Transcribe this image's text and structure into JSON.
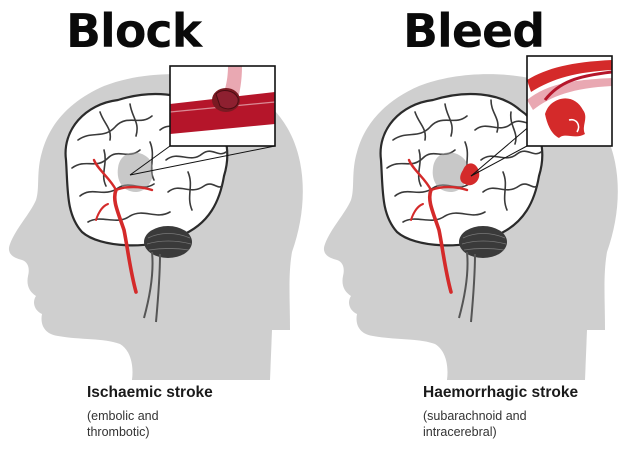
{
  "block": {
    "heading": "Block",
    "stroke_title": "Ischaemic stroke",
    "subtitle_line1": "(embolic and",
    "subtitle_line2": "thrombotic)"
  },
  "bleed": {
    "heading": "Bleed",
    "stroke_title": "Haemorrhagic stroke",
    "subtitle_line1": "(subarachnoid and",
    "subtitle_line2": "intracerebral)"
  },
  "colors": {
    "head_silhouette": "#cfcfcf",
    "brain_fill": "#ffffff",
    "brain_outline": "#2b2b2b",
    "artery_red": "#d42a2a",
    "vessel_pink": "#e9a8b2",
    "cerebellum": "#3a3a3a"
  },
  "icons": {
    "block_panel": "head-profile-with-blocked-artery",
    "bleed_panel": "head-profile-with-bleeding-vessel"
  }
}
